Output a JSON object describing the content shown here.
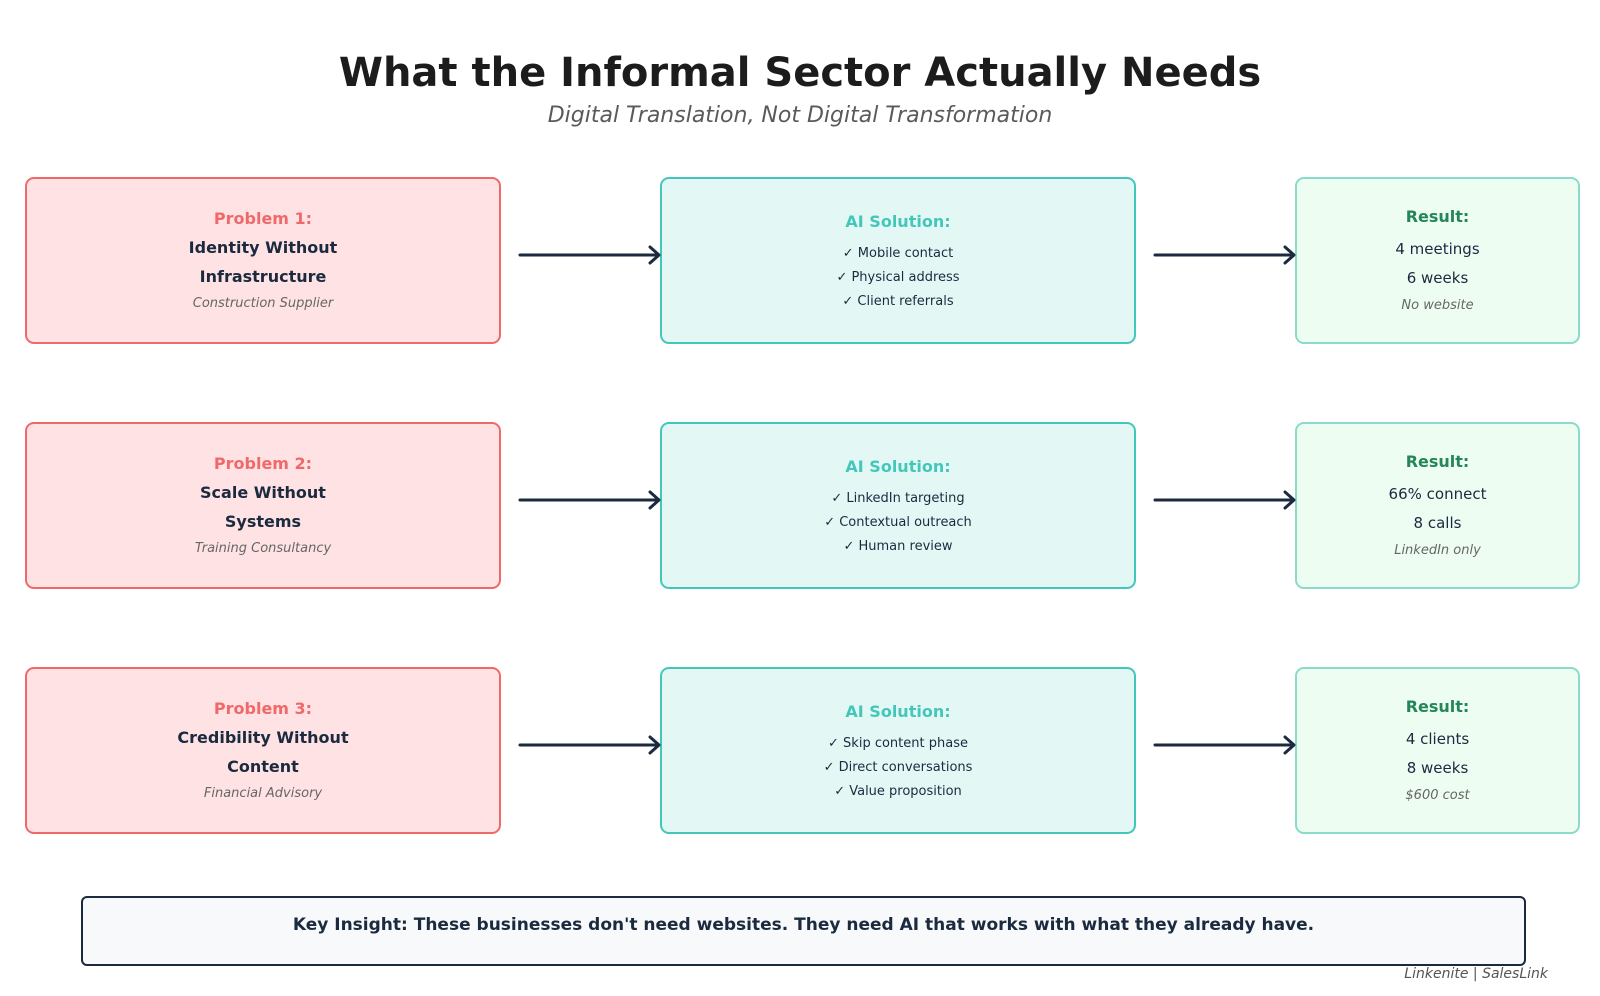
{
  "title": "What the Informal Sector Actually Needs",
  "subtitle": "Digital Translation, Not Digital Transformation",
  "rows": [
    {
      "problem": {
        "heading": "Problem 1:",
        "line1": "Identity Without",
        "line2": "Infrastructure",
        "note": "Construction Supplier"
      },
      "solution": {
        "heading": "AI Solution:",
        "items": [
          "✓ Mobile contact",
          "✓ Physical address",
          "✓ Client referrals"
        ]
      },
      "result": {
        "heading": "Result:",
        "line1": "4 meetings",
        "line2": "6 weeks",
        "note": "No website"
      }
    },
    {
      "problem": {
        "heading": "Problem 2:",
        "line1": "Scale Without",
        "line2": "Systems",
        "note": "Training Consultancy"
      },
      "solution": {
        "heading": "AI Solution:",
        "items": [
          "✓ LinkedIn targeting",
          "✓ Contextual outreach",
          "✓ Human review"
        ]
      },
      "result": {
        "heading": "Result:",
        "line1": "66% connect",
        "line2": "8 calls",
        "note": "LinkedIn only"
      }
    },
    {
      "problem": {
        "heading": "Problem 3:",
        "line1": "Credibility Without",
        "line2": "Content",
        "note": "Financial Advisory"
      },
      "solution": {
        "heading": "AI Solution:",
        "items": [
          "✓ Skip content phase",
          "✓ Direct conversations",
          "✓ Value proposition"
        ]
      },
      "result": {
        "heading": "Result:",
        "line1": "4 clients",
        "line2": "8 weeks",
        "note": "$600 cost"
      }
    }
  ],
  "insight": "Key Insight: These businesses don't need websites. They need AI that works with what they already have.",
  "credit": "Linkenite | SalesLink",
  "colors": {
    "problem_accent": "#f0696a",
    "solution_accent": "#44c7bb",
    "result_accent": "#258659",
    "arrow": "#1b2a3f"
  }
}
